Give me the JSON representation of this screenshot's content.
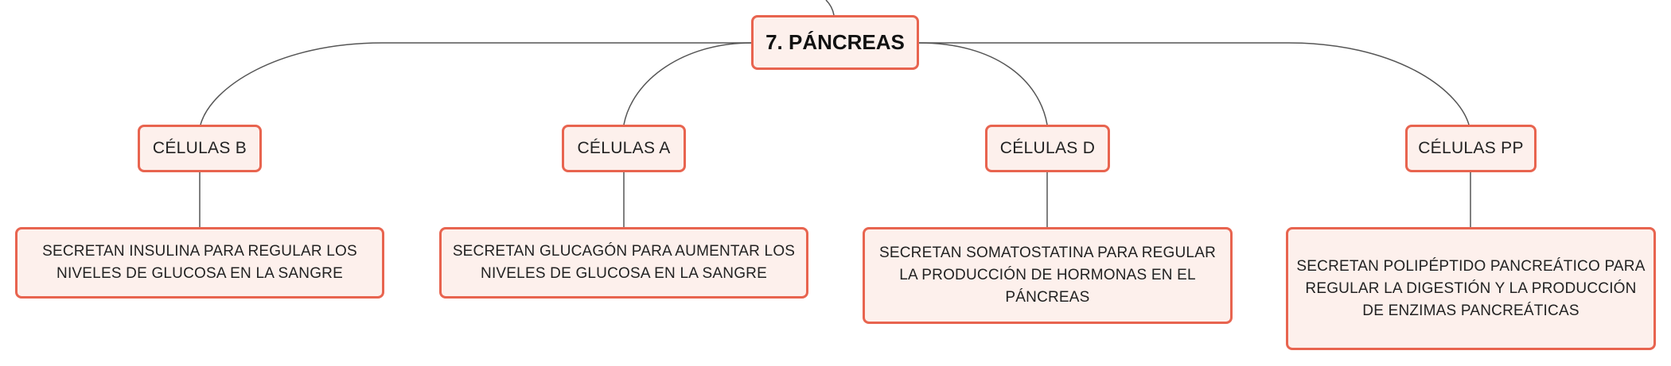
{
  "root": {
    "label": "7. PÁNCREAS"
  },
  "branches": [
    {
      "cell": "CÉLULAS B",
      "description": "SECRETAN INSULINA PARA REGULAR LOS NIVELES DE GLUCOSA EN LA SANGRE"
    },
    {
      "cell": "CÉLULAS A",
      "description": "SECRETAN GLUCAGÓN PARA AUMENTAR LOS NIVELES DE GLUCOSA EN LA SANGRE"
    },
    {
      "cell": "CÉLULAS D",
      "description": "SECRETAN SOMATOSTATINA PARA REGULAR LA PRODUCCIÓN DE HORMONAS EN EL PÁNCREAS"
    },
    {
      "cell": "CÉLULAS PP",
      "description": "SECRETAN POLIPÉPTIDO PANCREÁTICO PARA REGULAR LA DIGESTIÓN Y LA PRODUCCIÓN DE ENZIMAS PANCREÁTICAS"
    }
  ],
  "colors": {
    "node_border": "#e8644f",
    "node_fill": "#fdf0ec",
    "connector": "#555555"
  }
}
